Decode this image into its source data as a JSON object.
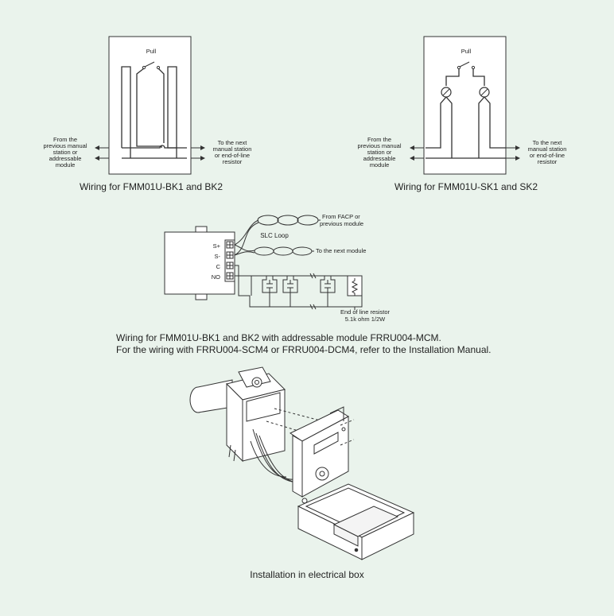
{
  "diagram1": {
    "pull_label": "Pull",
    "left_label": [
      "From the",
      "previous manual",
      "station or",
      "addressable",
      "module"
    ],
    "right_label": [
      "To the next",
      "manual station",
      "or end-of-line",
      "resistor"
    ],
    "caption": "Wiring for FMM01U-BK1 and BK2"
  },
  "diagram2": {
    "pull_label": "Pull",
    "left_label": [
      "From the",
      "previous manual",
      "station or",
      "addressable",
      "module"
    ],
    "right_label": [
      "To the next",
      "manual station",
      "or end-of-line",
      "resistor"
    ],
    "caption": "Wiring for FMM01U-SK1 and SK2"
  },
  "diagram3": {
    "terminals": [
      "S+",
      "S-",
      "C",
      "NO"
    ],
    "from_facp": [
      "From FACP or",
      "previous module"
    ],
    "slc_loop": "SLC Loop",
    "next_module": "To the next module",
    "eol": [
      "End of line resistor",
      "5.1k ohm 1/2W"
    ],
    "caption": [
      "Wiring for FMM01U-BK1 and BK2 with addressable module FRRU004-MCM.",
      "For the wiring with FRRU004-SCM4 or FRRU004-DCM4, refer to the Installation Manual."
    ]
  },
  "diagram4": {
    "caption": "Installation in electrical box"
  },
  "colors": {
    "background": "#eaf3ec",
    "box_fill": "#ffffff",
    "line": "#333333"
  }
}
